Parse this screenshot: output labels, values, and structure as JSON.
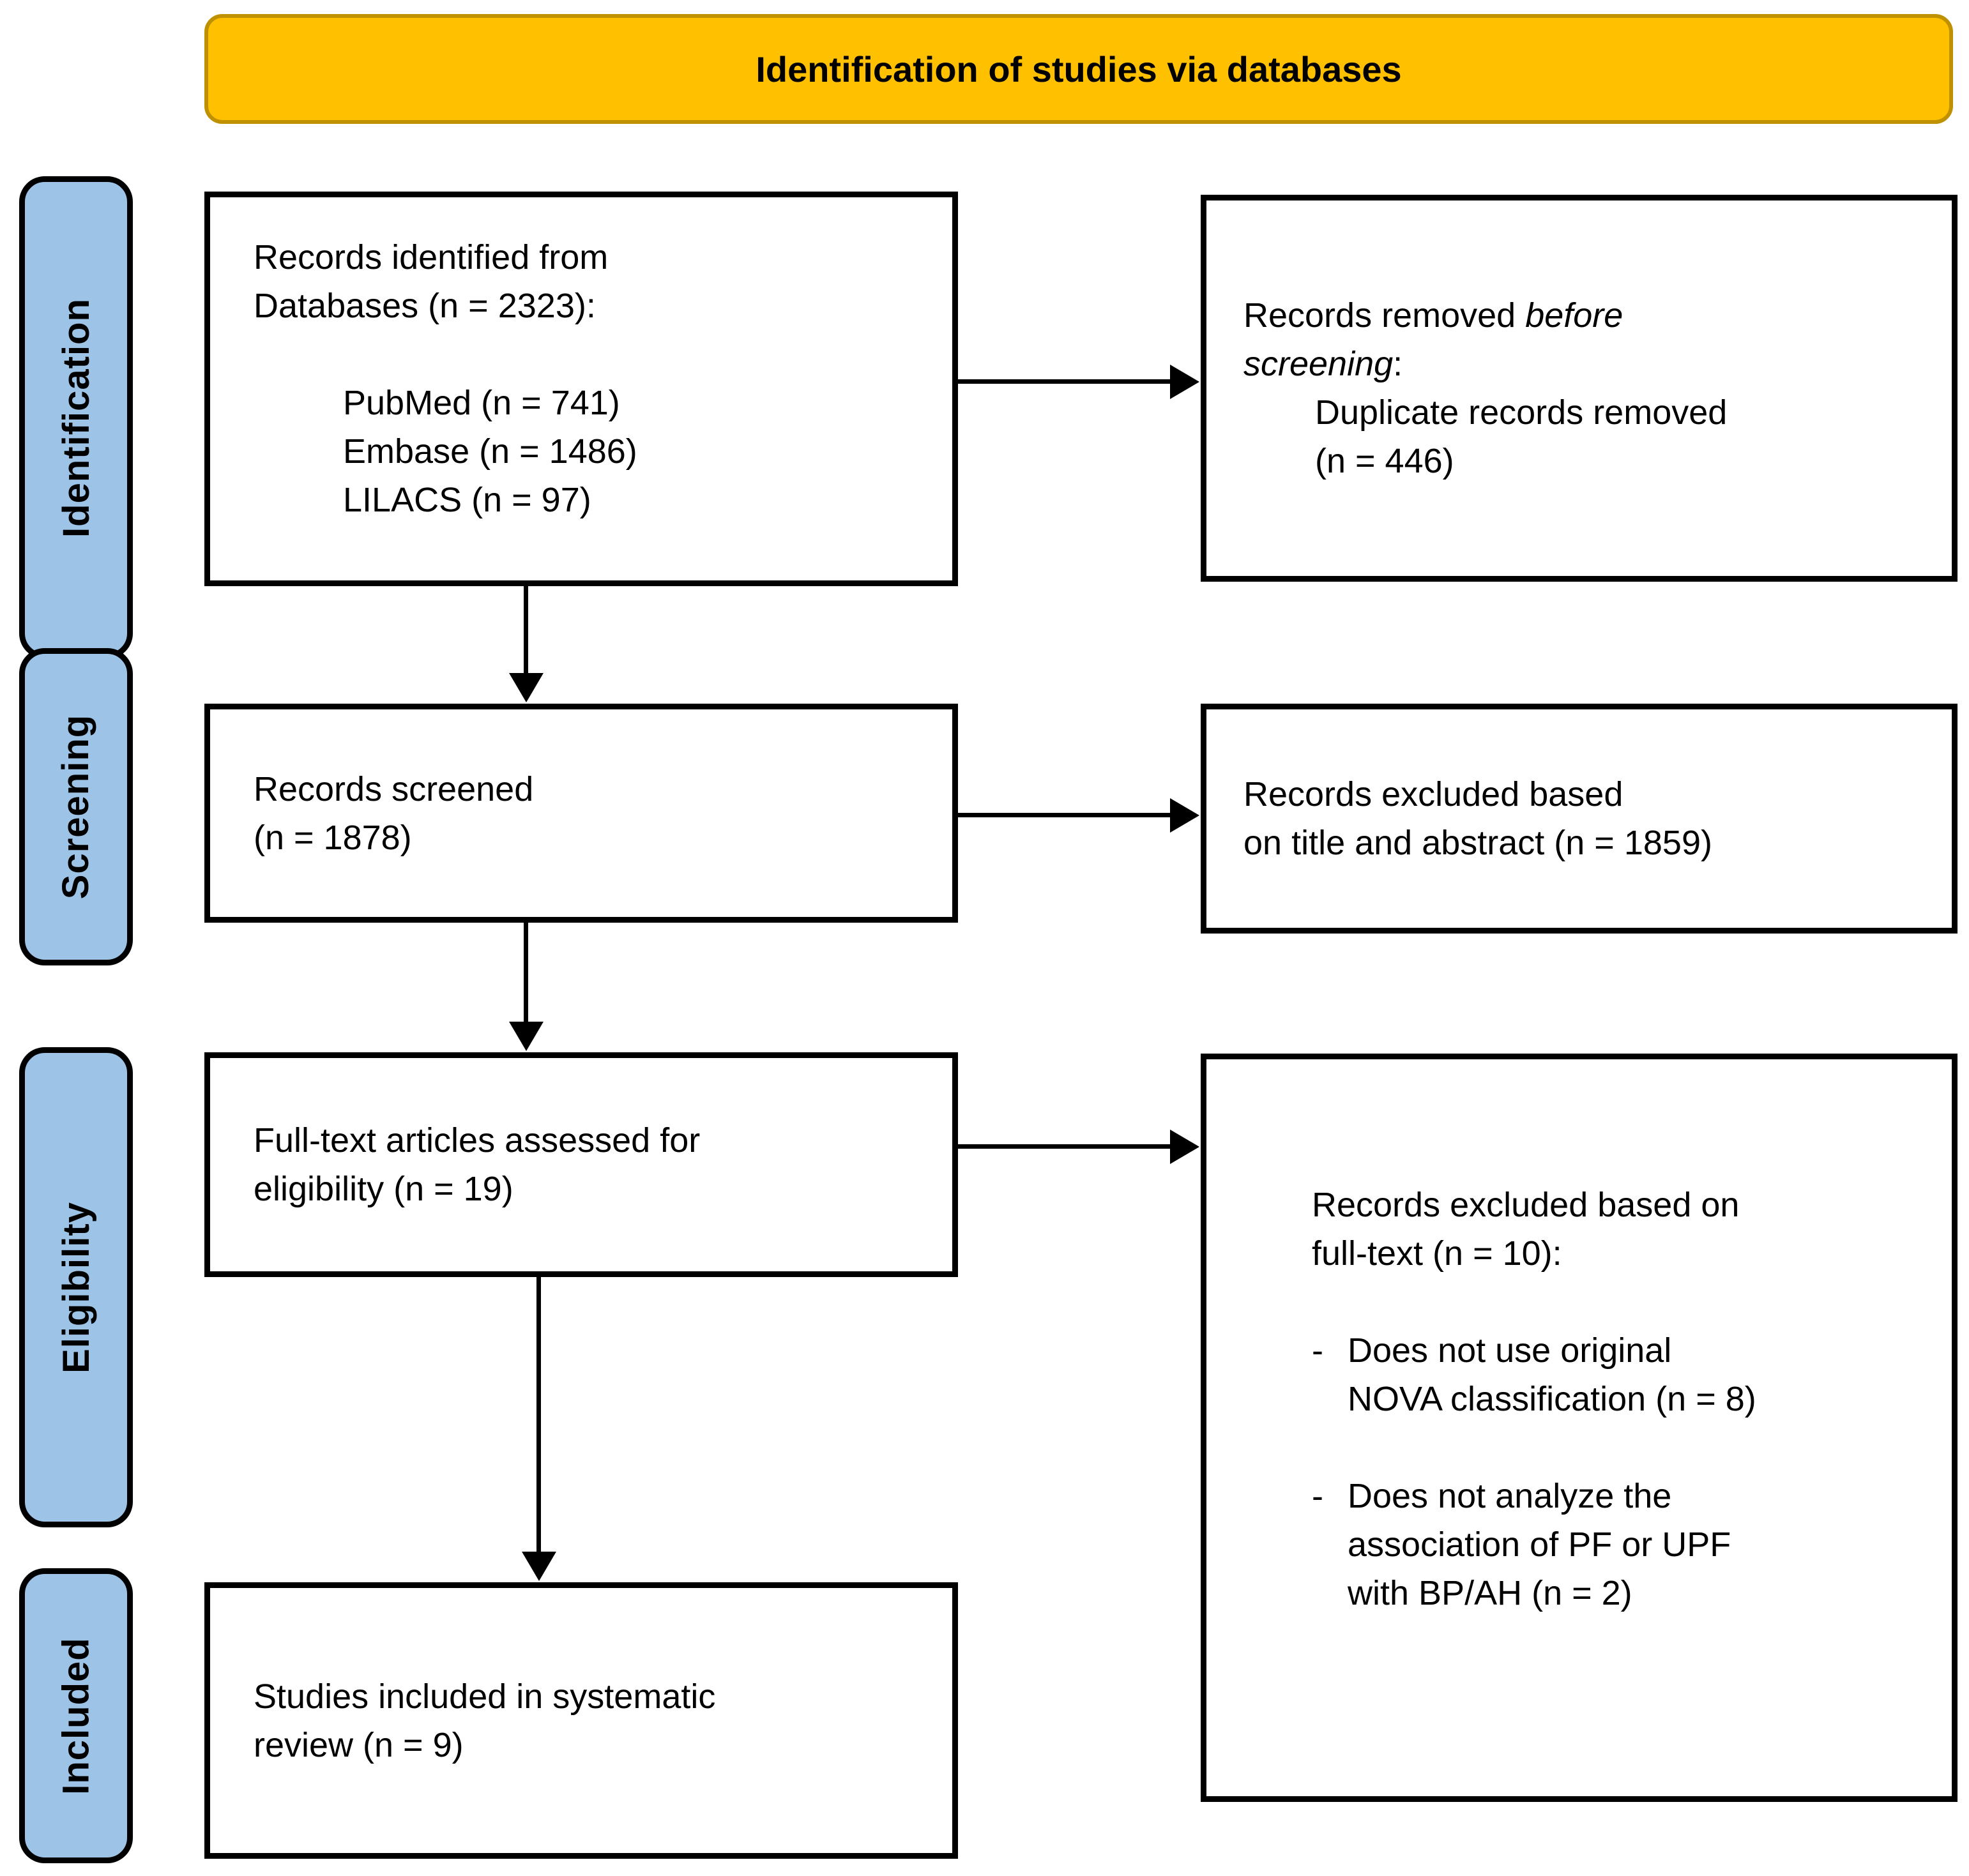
{
  "banner": {
    "title": "Identification of studies via databases"
  },
  "stages": {
    "identification": "Identification",
    "screening": "Screening",
    "eligibility": "Eligibility",
    "included": "Included"
  },
  "boxes": {
    "identified": {
      "heading": "Records identified from\nDatabases (n = 2323):",
      "sources": [
        "PubMed (n = 741)",
        "Embase (n = 1486)",
        "LILACS (n = 97)"
      ]
    },
    "removed_before_screening": {
      "prefix": "Records removed ",
      "italic": "before\nscreening",
      "colon": ":",
      "detail": "Duplicate records removed\n(n = 446)"
    },
    "screened": {
      "text": "Records screened\n(n = 1878)"
    },
    "excluded_title_abstract": {
      "text": "Records excluded based\non title and abstract (n = 1859)"
    },
    "fulltext_assessed": {
      "text": "Full-text articles assessed for\neligibility (n = 19)"
    },
    "excluded_fulltext": {
      "heading": "Records excluded based on\nfull-text (n = 10):",
      "bullet_marker": "-",
      "bullets": [
        "Does not use original\nNOVA classification (n = 8)",
        "Does not analyze the\nassociation of PF or UPF\nwith BP/AH (n = 2)"
      ]
    },
    "included_review": {
      "text": "Studies included in systematic\nreview (n = 9)"
    }
  },
  "colors": {
    "banner_fill": "#FFC000",
    "banner_border": "#BF9000",
    "stage_fill": "#9DC3E6",
    "box_fill": "#FFFFFF",
    "line": "#000000"
  }
}
